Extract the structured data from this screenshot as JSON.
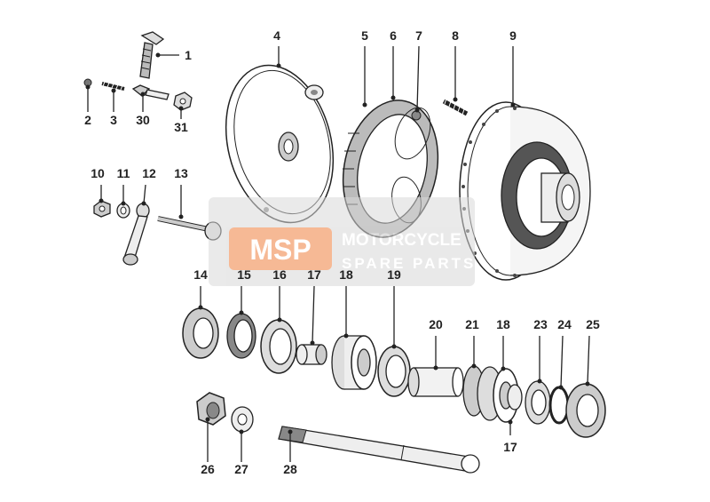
{
  "diagram": {
    "parts": [
      {
        "id": "p1",
        "label": "1"
      },
      {
        "id": "p2",
        "label": "2"
      },
      {
        "id": "p3",
        "label": "3"
      },
      {
        "id": "p30",
        "label": "30"
      },
      {
        "id": "p31",
        "label": "31"
      },
      {
        "id": "p4",
        "label": "4"
      },
      {
        "id": "p5",
        "label": "5"
      },
      {
        "id": "p6",
        "label": "6"
      },
      {
        "id": "p7",
        "label": "7"
      },
      {
        "id": "p8",
        "label": "8"
      },
      {
        "id": "p9",
        "label": "9"
      },
      {
        "id": "p10",
        "label": "10"
      },
      {
        "id": "p11",
        "label": "11"
      },
      {
        "id": "p12",
        "label": "12"
      },
      {
        "id": "p13",
        "label": "13"
      },
      {
        "id": "p14",
        "label": "14"
      },
      {
        "id": "p15",
        "label": "15"
      },
      {
        "id": "p16",
        "label": "16"
      },
      {
        "id": "p17a",
        "label": "17"
      },
      {
        "id": "p18a",
        "label": "18"
      },
      {
        "id": "p19",
        "label": "19"
      },
      {
        "id": "p20",
        "label": "20"
      },
      {
        "id": "p21",
        "label": "21"
      },
      {
        "id": "p18b",
        "label": "18"
      },
      {
        "id": "p23",
        "label": "23"
      },
      {
        "id": "p24",
        "label": "24"
      },
      {
        "id": "p25",
        "label": "25"
      },
      {
        "id": "p17b",
        "label": "17"
      },
      {
        "id": "p26",
        "label": "26"
      },
      {
        "id": "p27",
        "label": "27"
      },
      {
        "id": "p28",
        "label": "28"
      }
    ]
  },
  "watermark": {
    "badge": "MSP",
    "line1": "MOTORCYCLE",
    "line2": "SPARE PARTS",
    "color": "#f08040"
  }
}
